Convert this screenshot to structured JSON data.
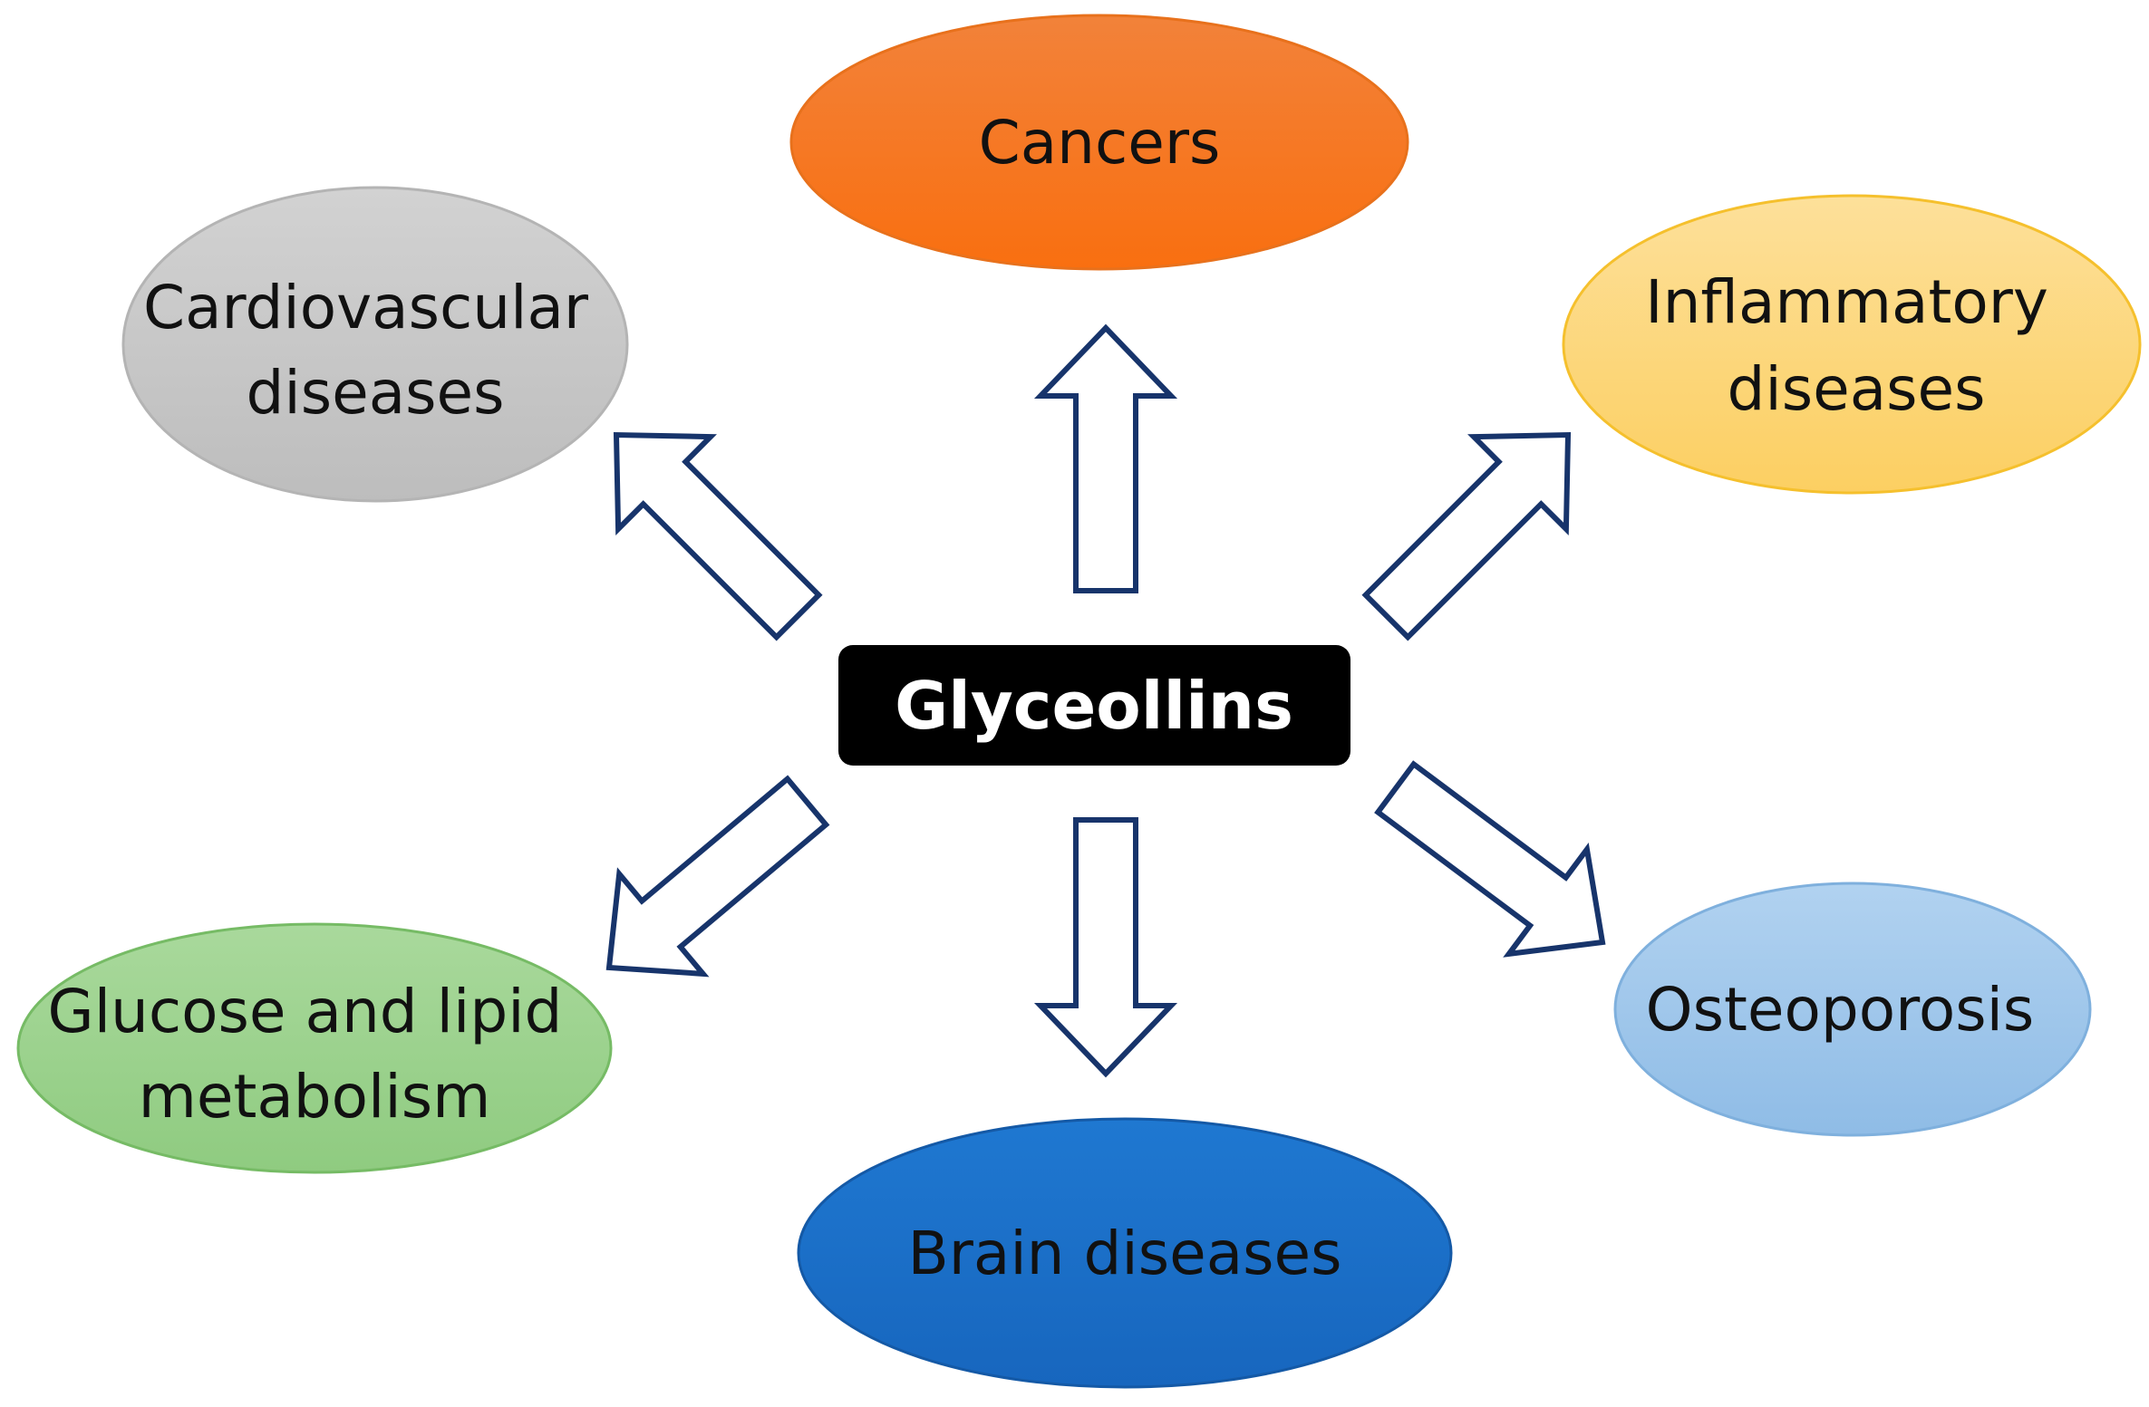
{
  "center": {
    "label": "Glyceollins"
  },
  "nodes": {
    "cancers": {
      "lines": [
        "Cancers"
      ],
      "color": "#f77a1f"
    },
    "cardiovascular": {
      "lines": [
        "Cardiovascular",
        "diseases"
      ],
      "color": "#c8c8c8"
    },
    "inflammatory": {
      "lines": [
        "Inflammatory",
        "diseases"
      ],
      "color": "#fdd77a"
    },
    "glucose": {
      "lines": [
        "Glucose and lipid",
        "metabolism"
      ],
      "color": "#98d18a"
    },
    "osteoporosis": {
      "lines": [
        "Osteoporosis"
      ],
      "color": "#9ec6ea"
    },
    "brain": {
      "lines": [
        "Brain diseases"
      ],
      "color": "#1b6fc9"
    }
  },
  "colors": {
    "arrow_outline": "#17346b",
    "center_fill": "#000000",
    "center_text": "#ffffff"
  }
}
